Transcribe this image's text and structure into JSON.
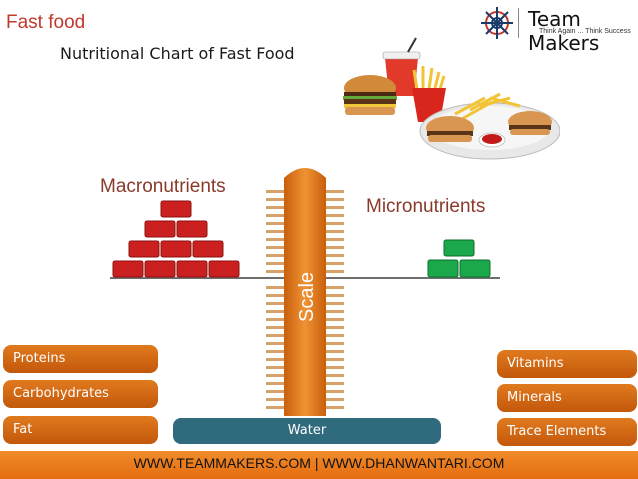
{
  "header": {
    "title": "Fast food",
    "subtitle": "Nutritional Chart of Fast Food"
  },
  "logo": {
    "name": "Team Makers",
    "tagline": "Think Again ... Think Success"
  },
  "diagram": {
    "scale_label": "Scale",
    "macro_label": "Macronutrients",
    "micro_label": "Micronutrients",
    "macro_items": [
      "Proteins",
      "Carbohydrates",
      "Fat"
    ],
    "micro_items": [
      "Vitamins",
      "Minerals",
      "Trace Elements"
    ],
    "base_label": "Water"
  },
  "footer": {
    "text": "WWW.TEAMMAKERS.COM | WWW.DHANWANTARI.COM"
  },
  "colors": {
    "macro_block": "#cc1f1f",
    "micro_block": "#1aa84a",
    "pillar": "#e3781a",
    "pill": "#d96810",
    "water": "#2f6b7d",
    "title": "#c0392b"
  }
}
